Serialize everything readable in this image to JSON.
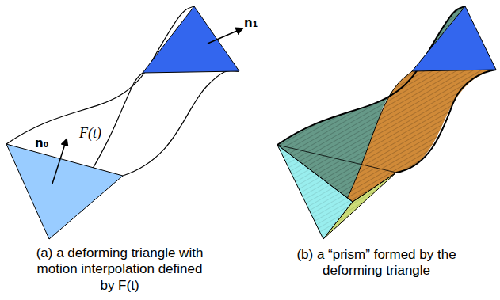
{
  "diagram": {
    "labels": [
      "F(t)",
      "n₀",
      "n₁",
      "(a) a deforming triangle with motion interpolation defined by F(t)",
      "(b) a “prism” formed by the deforming triangle"
    ]
  }
}
